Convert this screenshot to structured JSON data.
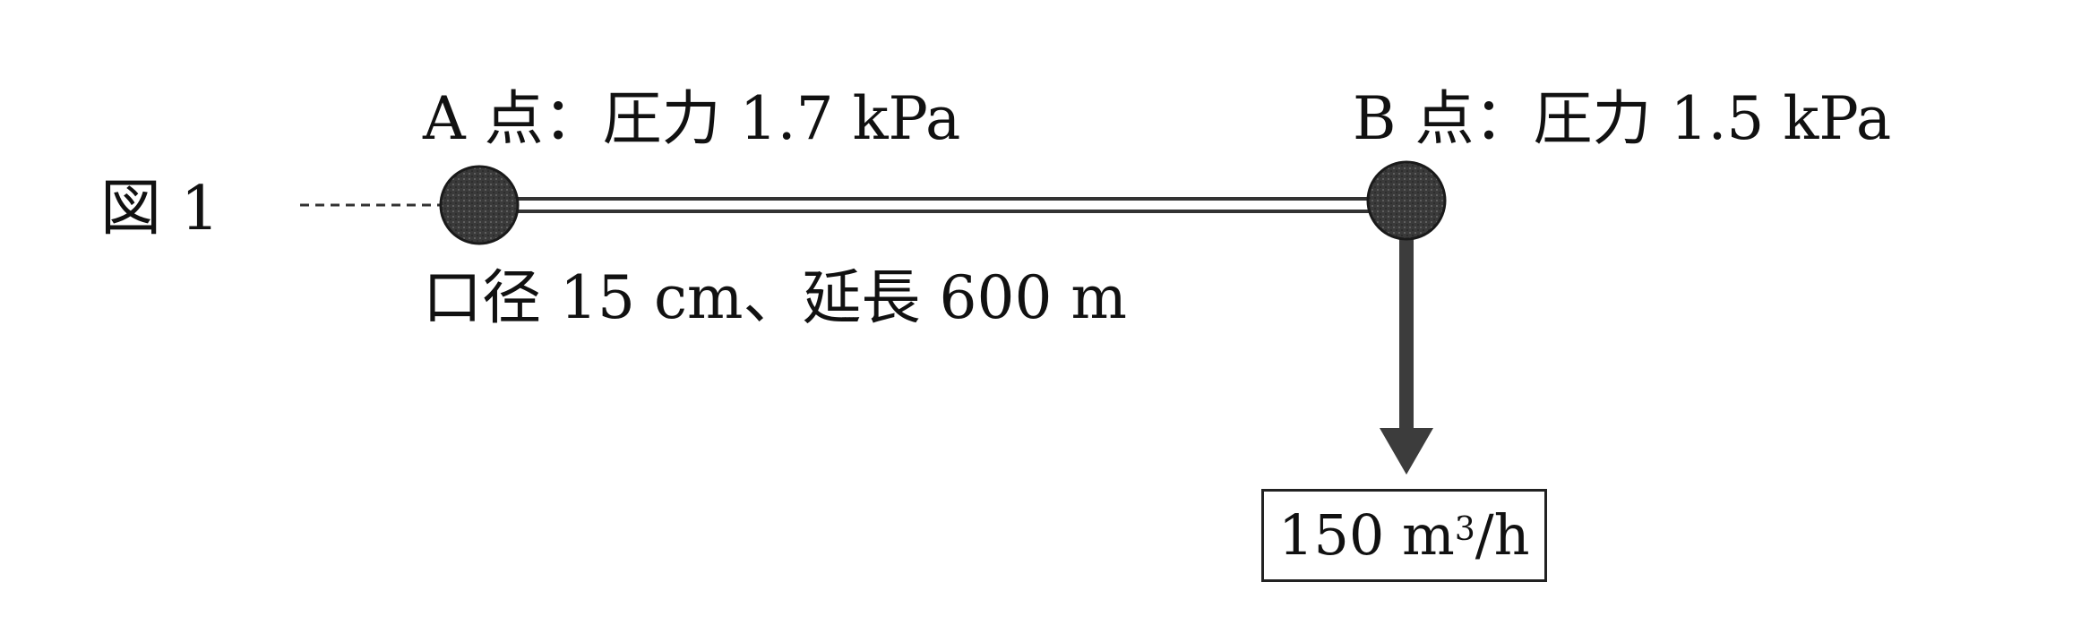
{
  "figure_label": "図 1",
  "point_a": {
    "label": "A 点：圧力 1.7 kPa"
  },
  "point_b": {
    "label": "B 点：圧力 1.5 kPa"
  },
  "pipe": {
    "label": "口径 15 cm、延長 600 m"
  },
  "outflow": {
    "value": "150 m",
    "unit_power": "3",
    "unit_tail": "/h"
  },
  "colors": {
    "node_fill": "#3a3a3a",
    "pipe_stroke": "#333333",
    "arrow": "#3c3c3c"
  }
}
